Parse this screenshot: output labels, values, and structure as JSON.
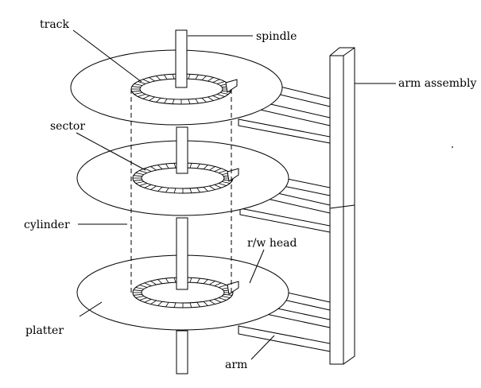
{
  "labels": {
    "track": "track",
    "spindle": "spindle",
    "arm_assembly": "arm assembly",
    "sector": "sector",
    "cylinder": "cylinder",
    "rw_head": "r/w head",
    "platter": "platter",
    "arm": "arm"
  }
}
